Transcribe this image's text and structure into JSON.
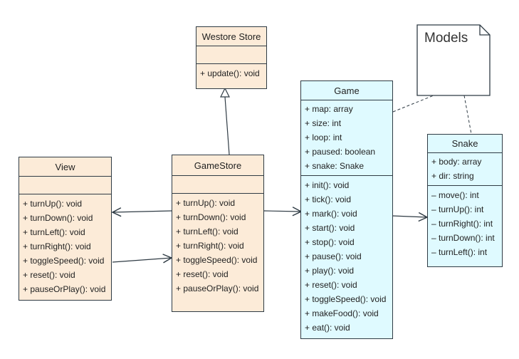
{
  "westore_store": {
    "title": "Westore Store",
    "methods": [
      "+ update(): void"
    ]
  },
  "view": {
    "title": "View",
    "methods": [
      "+ turnUp(): void",
      "+ turnDown(): void",
      "+ turnLeft(): void",
      "+ turnRight(): void",
      "+ toggleSpeed(): void",
      "+ reset(): void",
      "+ pauseOrPlay(): void"
    ]
  },
  "game_store": {
    "title": "GameStore",
    "methods": [
      "+ turnUp(): void",
      "+ turnDown(): void",
      "+ turnLeft(): void",
      "+ turnRight(): void",
      "+ toggleSpeed(): void",
      "+ reset(): void",
      "+ pauseOrPlay(): void"
    ]
  },
  "game": {
    "title": "Game",
    "attributes": [
      "+ map: array",
      "+ size: int",
      "+ loop: int",
      "+ paused: boolean",
      "+ snake: Snake"
    ],
    "methods": [
      "+ init(): void",
      "+ tick(): void",
      "+ mark(): void",
      "+ start(): void",
      "+ stop(): void",
      "+ pause(): void",
      "+ play(): void",
      "+ reset(): void",
      "+ toggleSpeed(): void",
      "+ makeFood(): void",
      "+ eat(): void"
    ]
  },
  "snake": {
    "title": "Snake",
    "attributes": [
      "+ body: array",
      "+ dir: string"
    ],
    "methods": [
      "– move(): int",
      "– turnUp(): int",
      "– turnRight(): int",
      "– turnDown(): int",
      "– turnLeft(): int"
    ]
  },
  "note": {
    "text": "Models"
  },
  "colors": {
    "peach": "#fcebd8",
    "cyan": "#dffaff",
    "stroke": "#2f3b44"
  }
}
